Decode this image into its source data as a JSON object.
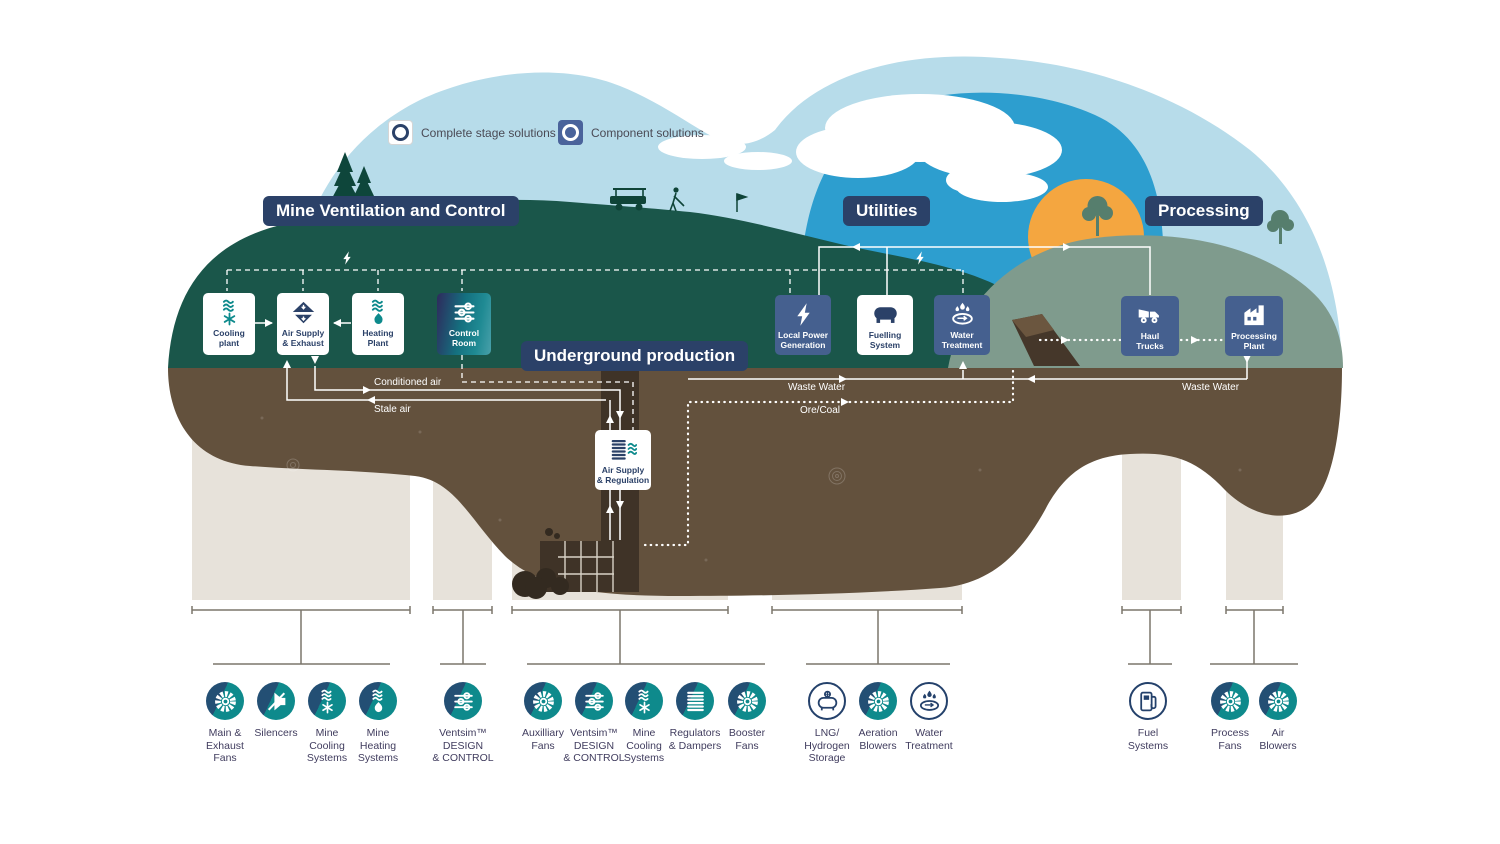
{
  "legend": {
    "complete_label": "Complete stage solutions",
    "component_label": "Component solutions"
  },
  "sections": {
    "ventilation": "Mine Ventilation and Control",
    "underground": "Underground production",
    "utilities": "Utilities",
    "processing": "Processing"
  },
  "stages": {
    "cooling": {
      "label": "Cooling\nplant"
    },
    "air_supply_exhaust": {
      "label": "Air Supply\n& Exhaust"
    },
    "heating": {
      "label": "Heating\nPlant"
    },
    "control_room": {
      "label": "Control\nRoom"
    },
    "local_power": {
      "label": "Local Power\nGeneration"
    },
    "fuelling": {
      "label": "Fuelling\nSystem"
    },
    "water_treatment": {
      "label": "Water\nTreatment"
    },
    "haul_trucks": {
      "label": "Haul\nTrucks"
    },
    "processing_plant": {
      "label": "Processing\nPlant"
    },
    "air_supply_regulation": {
      "label": "Air Supply\n& Regulation"
    }
  },
  "flows": {
    "conditioned_air": "Conditioned air",
    "stale_air": "Stale air",
    "waste_water_left": "Waste Water",
    "ore_coal": "Ore/Coal",
    "waste_water_right": "Waste Water"
  },
  "solutions": {
    "ventilation": [
      {
        "label": "Main &\nExhaust\nFans"
      },
      {
        "label": "Silencers"
      },
      {
        "label": "Mine\nCooling\nSystems"
      },
      {
        "label": "Mine\nHeating\nSystems"
      }
    ],
    "control": [
      {
        "label": "Ventsim™\nDESIGN\n& CONTROL"
      }
    ],
    "underground": [
      {
        "label": "Auxilliary\nFans"
      },
      {
        "label": "Ventsim™\nDESIGN\n& CONTROL"
      },
      {
        "label": "Mine\nCooling\nSystems"
      },
      {
        "label": "Regulators\n& Dampers"
      },
      {
        "label": "Booster\nFans"
      }
    ],
    "utilities": [
      {
        "label": "LNG/\nHydrogen\nStorage"
      },
      {
        "label": "Aeration\nBlowers"
      },
      {
        "label": "Water\nTreatment"
      }
    ],
    "fuel": [
      {
        "label": "Fuel\nSystems"
      }
    ],
    "processing": [
      {
        "label": "Process\nFans"
      },
      {
        "label": "Air\nBlowers"
      }
    ]
  },
  "colors": {
    "navy": "#2b4168",
    "box_blue": "#45608f",
    "teal": "#0d8a8c",
    "dark_green": "#1a564a",
    "sage": "#7f9b8d",
    "sky": "#b7dcea",
    "sky_bright": "#2d9ecf",
    "sun": "#f4a640",
    "earth": "#63513d",
    "shaft": "#3f3327",
    "pillar": "#e7e2da"
  }
}
